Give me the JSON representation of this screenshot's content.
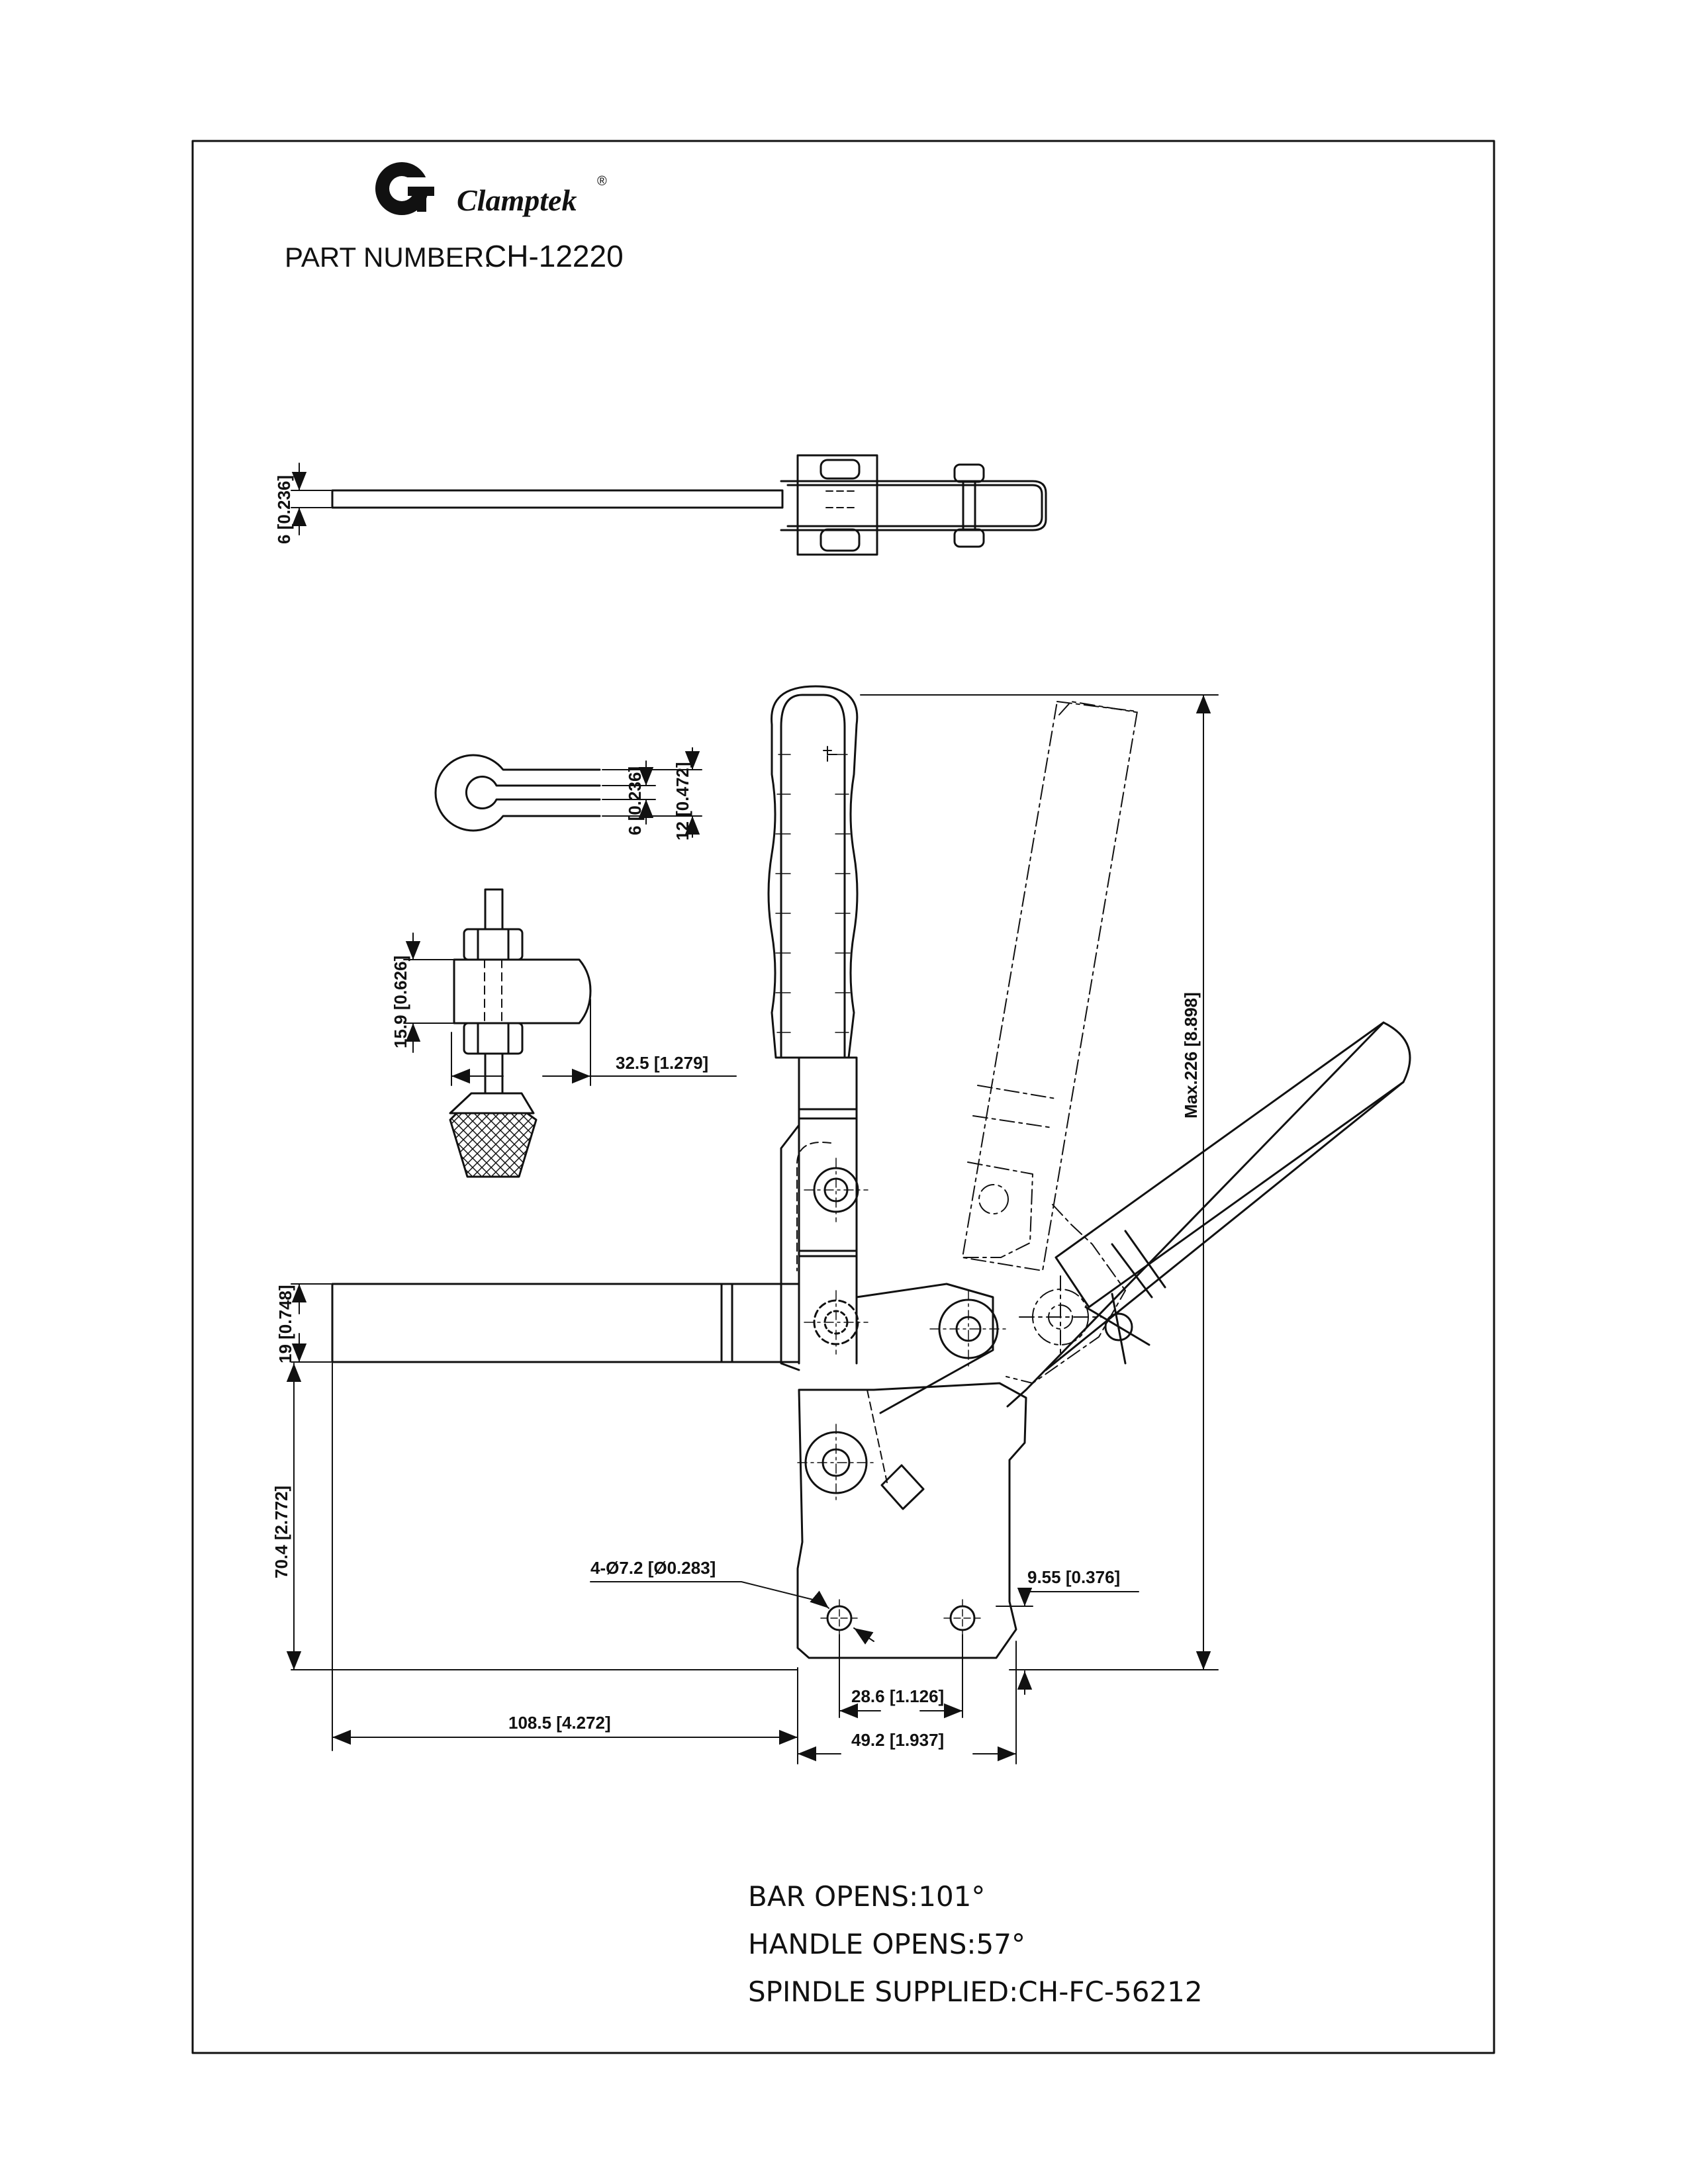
{
  "brand": {
    "name": "Clamptek",
    "mark": "®"
  },
  "part": {
    "label": "PART NUMBER:",
    "number": "CH-12220"
  },
  "dimensions": {
    "bar_thickness": "6 [0.236]",
    "slot_width": "6 [0.236]",
    "slot_outer": "12 [0.472]",
    "spindle_height": "15.9 [0.626]",
    "spindle_reach": "32.5 [1.279]",
    "max_height": "Max.226 [8.898]",
    "arm_thickness": "19 [0.748]",
    "pivot_height": "70.4 [2.772]",
    "hole_dia": "4-Ø7.2 [Ø0.283]",
    "hole_offset": "9.55 [0.376]",
    "hole_spacing": "28.6 [1.126]",
    "reach": "108.5 [4.272]",
    "base_width": "49.2 [1.937]"
  },
  "notes": {
    "bar_opens": "BAR OPENS:101°",
    "handle_opens": "HANDLE OPENS:57°",
    "spindle": "SPINDLE SUPPLIED:CH-FC-56212"
  },
  "colors": {
    "ink": "#111111",
    "paper": "#ffffff"
  }
}
